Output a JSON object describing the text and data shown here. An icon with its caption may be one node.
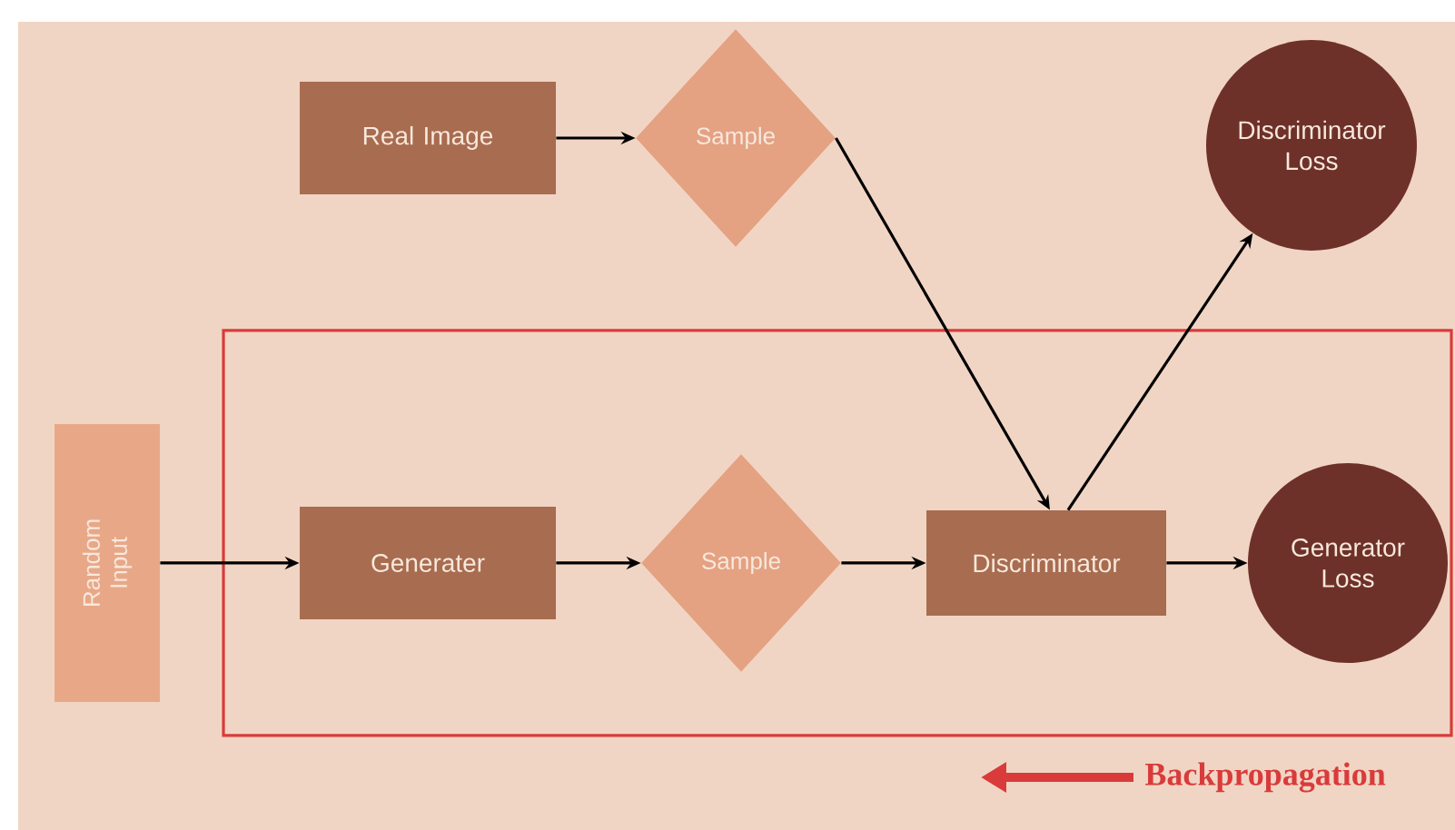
{
  "diagram": {
    "nodes": [
      {
        "text": [
          "Real Image"
        ]
      },
      {
        "text": [
          "Sample"
        ]
      },
      {
        "text": [
          "Discriminator Loss"
        ]
      },
      {
        "text": [],
        "shape": "box"
      },
      {
        "text": [
          "Random Input"
        ]
      },
      {
        "text": [
          "Generater"
        ],
        "in": 3
      },
      {
        "text": [
          "Sample"
        ],
        "in": 3
      },
      {
        "text": [
          "Discriminator"
        ],
        "in": 3
      },
      {
        "text": [
          "Generator Loss"
        ],
        "in": 3
      }
    ],
    "edges": [
      {
        "from": 0,
        "to": 1,
        "arrow": "to"
      },
      {
        "from": 1,
        "to": 7,
        "arrow": "to"
      },
      {
        "from": 7,
        "to": 2,
        "arrow": "to"
      },
      {
        "from": 4,
        "to": 5,
        "arrow": "to"
      },
      {
        "from": 5,
        "to": 6,
        "arrow": "to"
      },
      {
        "from": 6,
        "to": 7,
        "arrow": "to"
      },
      {
        "from": 7,
        "to": 8,
        "arrow": "to"
      }
    ],
    "labels": [
      "Backpropagation"
    ]
  }
}
